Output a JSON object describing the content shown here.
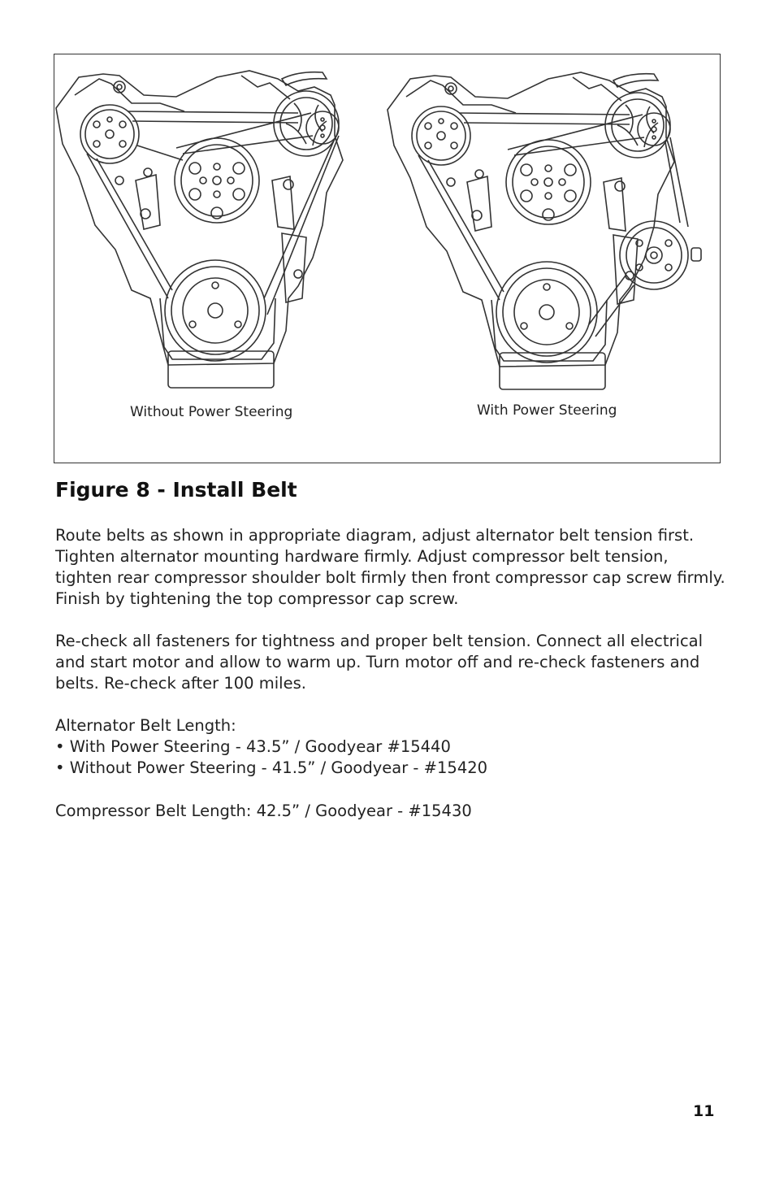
{
  "figure": {
    "caption_left": "Without Power Steering",
    "caption_right": "With Power Steering"
  },
  "heading": "Figure 8 - Install Belt",
  "paragraphs": {
    "p1": "Route belts as shown in appropriate diagram, adjust alternator belt tension first. Tighten alternator mounting hardware firmly. Adjust compressor belt tension, tighten rear compressor shoulder bolt firmly then front compressor cap screw firmly. Finish by tightening the top compressor cap screw.",
    "p2": "Re-check all fasteners for tightness and proper belt tension. Connect all electrical and start motor and allow to warm up. Turn motor off and re-check fasteners and belts. Re-check after 100 miles.",
    "alt_belt_label": "Alternator Belt Length:",
    "alt_belt_items": [
      "• With Power Steering - 43.5” / Goodyear #15440",
      "• Without Power Steering - 41.5” / Goodyear - #15420"
    ],
    "compressor_belt": "Compressor Belt Length: 42.5” / Goodyear - #15430"
  },
  "page_number": "11"
}
